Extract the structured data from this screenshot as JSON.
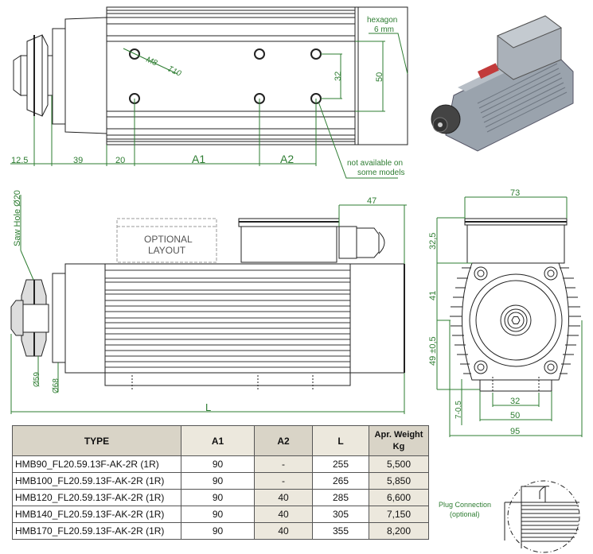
{
  "top_view": {
    "dims": {
      "d12_5": "12.5",
      "d39": "39",
      "d20": "20",
      "a1": "A1",
      "a2": "A2",
      "d32": "32",
      "d50": "50",
      "thread_size": "M8",
      "thread_depth": "↧10"
    },
    "notes": {
      "hexagon": "hexagon",
      "hexagon_size": "6 mm",
      "not_available_1": "not available on",
      "not_available_2": "some models"
    }
  },
  "side_view": {
    "saw_hole": "Saw Hole Ø20",
    "optional_1": "OPTIONAL",
    "optional_2": "LAYOUT",
    "d47": "47",
    "d59": "Ø59",
    "d68": "Ø68",
    "length": "L"
  },
  "front_view": {
    "d73": "73",
    "d32_5": "32,5",
    "d41": "41",
    "d49": "49 ±0,5",
    "d7": "7-0,5",
    "d32": "32",
    "d50": "50",
    "d95": "95"
  },
  "plug": {
    "line1": "Plug Connection",
    "line2": "(optional)"
  },
  "table": {
    "headers": {
      "type": "TYPE",
      "a1": "A1",
      "a2": "A2",
      "l": "L",
      "weight_1": "Apr. Weight",
      "weight_2": "Kg"
    },
    "rows": [
      {
        "type": "HMB90_FL20.59.13F-AK-2R (1R)",
        "a1": "90",
        "a2": "-",
        "l": "255",
        "weight": "5,500"
      },
      {
        "type": "HMB100_FL20.59.13F-AK-2R (1R)",
        "a1": "90",
        "a2": "-",
        "l": "265",
        "weight": "5,850"
      },
      {
        "type": "HMB120_FL20.59.13F-AK-2R (1R)",
        "a1": "90",
        "a2": "40",
        "l": "285",
        "weight": "6,600"
      },
      {
        "type": "HMB140_FL20.59.13F-AK-2R (1R)",
        "a1": "90",
        "a2": "40",
        "l": "305",
        "weight": "7,150"
      },
      {
        "type": "HMB170_FL20.59.13F-AK-2R (1R)",
        "a1": "90",
        "a2": "40",
        "l": "355",
        "weight": "8,200"
      }
    ]
  },
  "colors": {
    "dimension": "#2e7d32",
    "outline": "#222222",
    "header_bg": "#d9d4c7",
    "alt_bg": "#ece8dd"
  }
}
